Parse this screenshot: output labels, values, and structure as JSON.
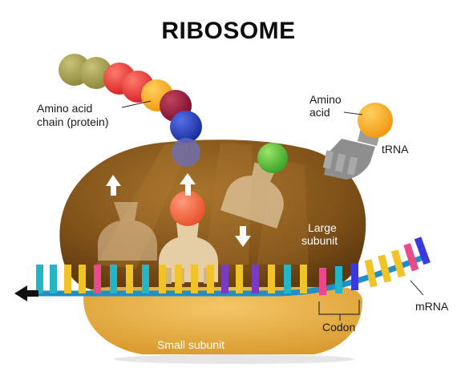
{
  "title": "RIBOSOME",
  "labels": {
    "amino_acid_chain_line1": "Amino acid",
    "amino_acid_chain_line2": "chain (protein)",
    "amino_acid_line1": "Amino",
    "amino_acid_line2": "acid",
    "trna": "tRNA",
    "large_subunit_line1": "Large",
    "large_subunit_line2": "subunit",
    "mrna": "mRNA",
    "codon": "Codon",
    "small_subunit": "Small subunit"
  },
  "colors": {
    "large_subunit": "#8a5a1e",
    "small_subunit": "#e0a847",
    "mrna_backbone": "#1f9fd0",
    "trna": "#d9c09a",
    "free_trna": "#9a9a9a"
  }
}
